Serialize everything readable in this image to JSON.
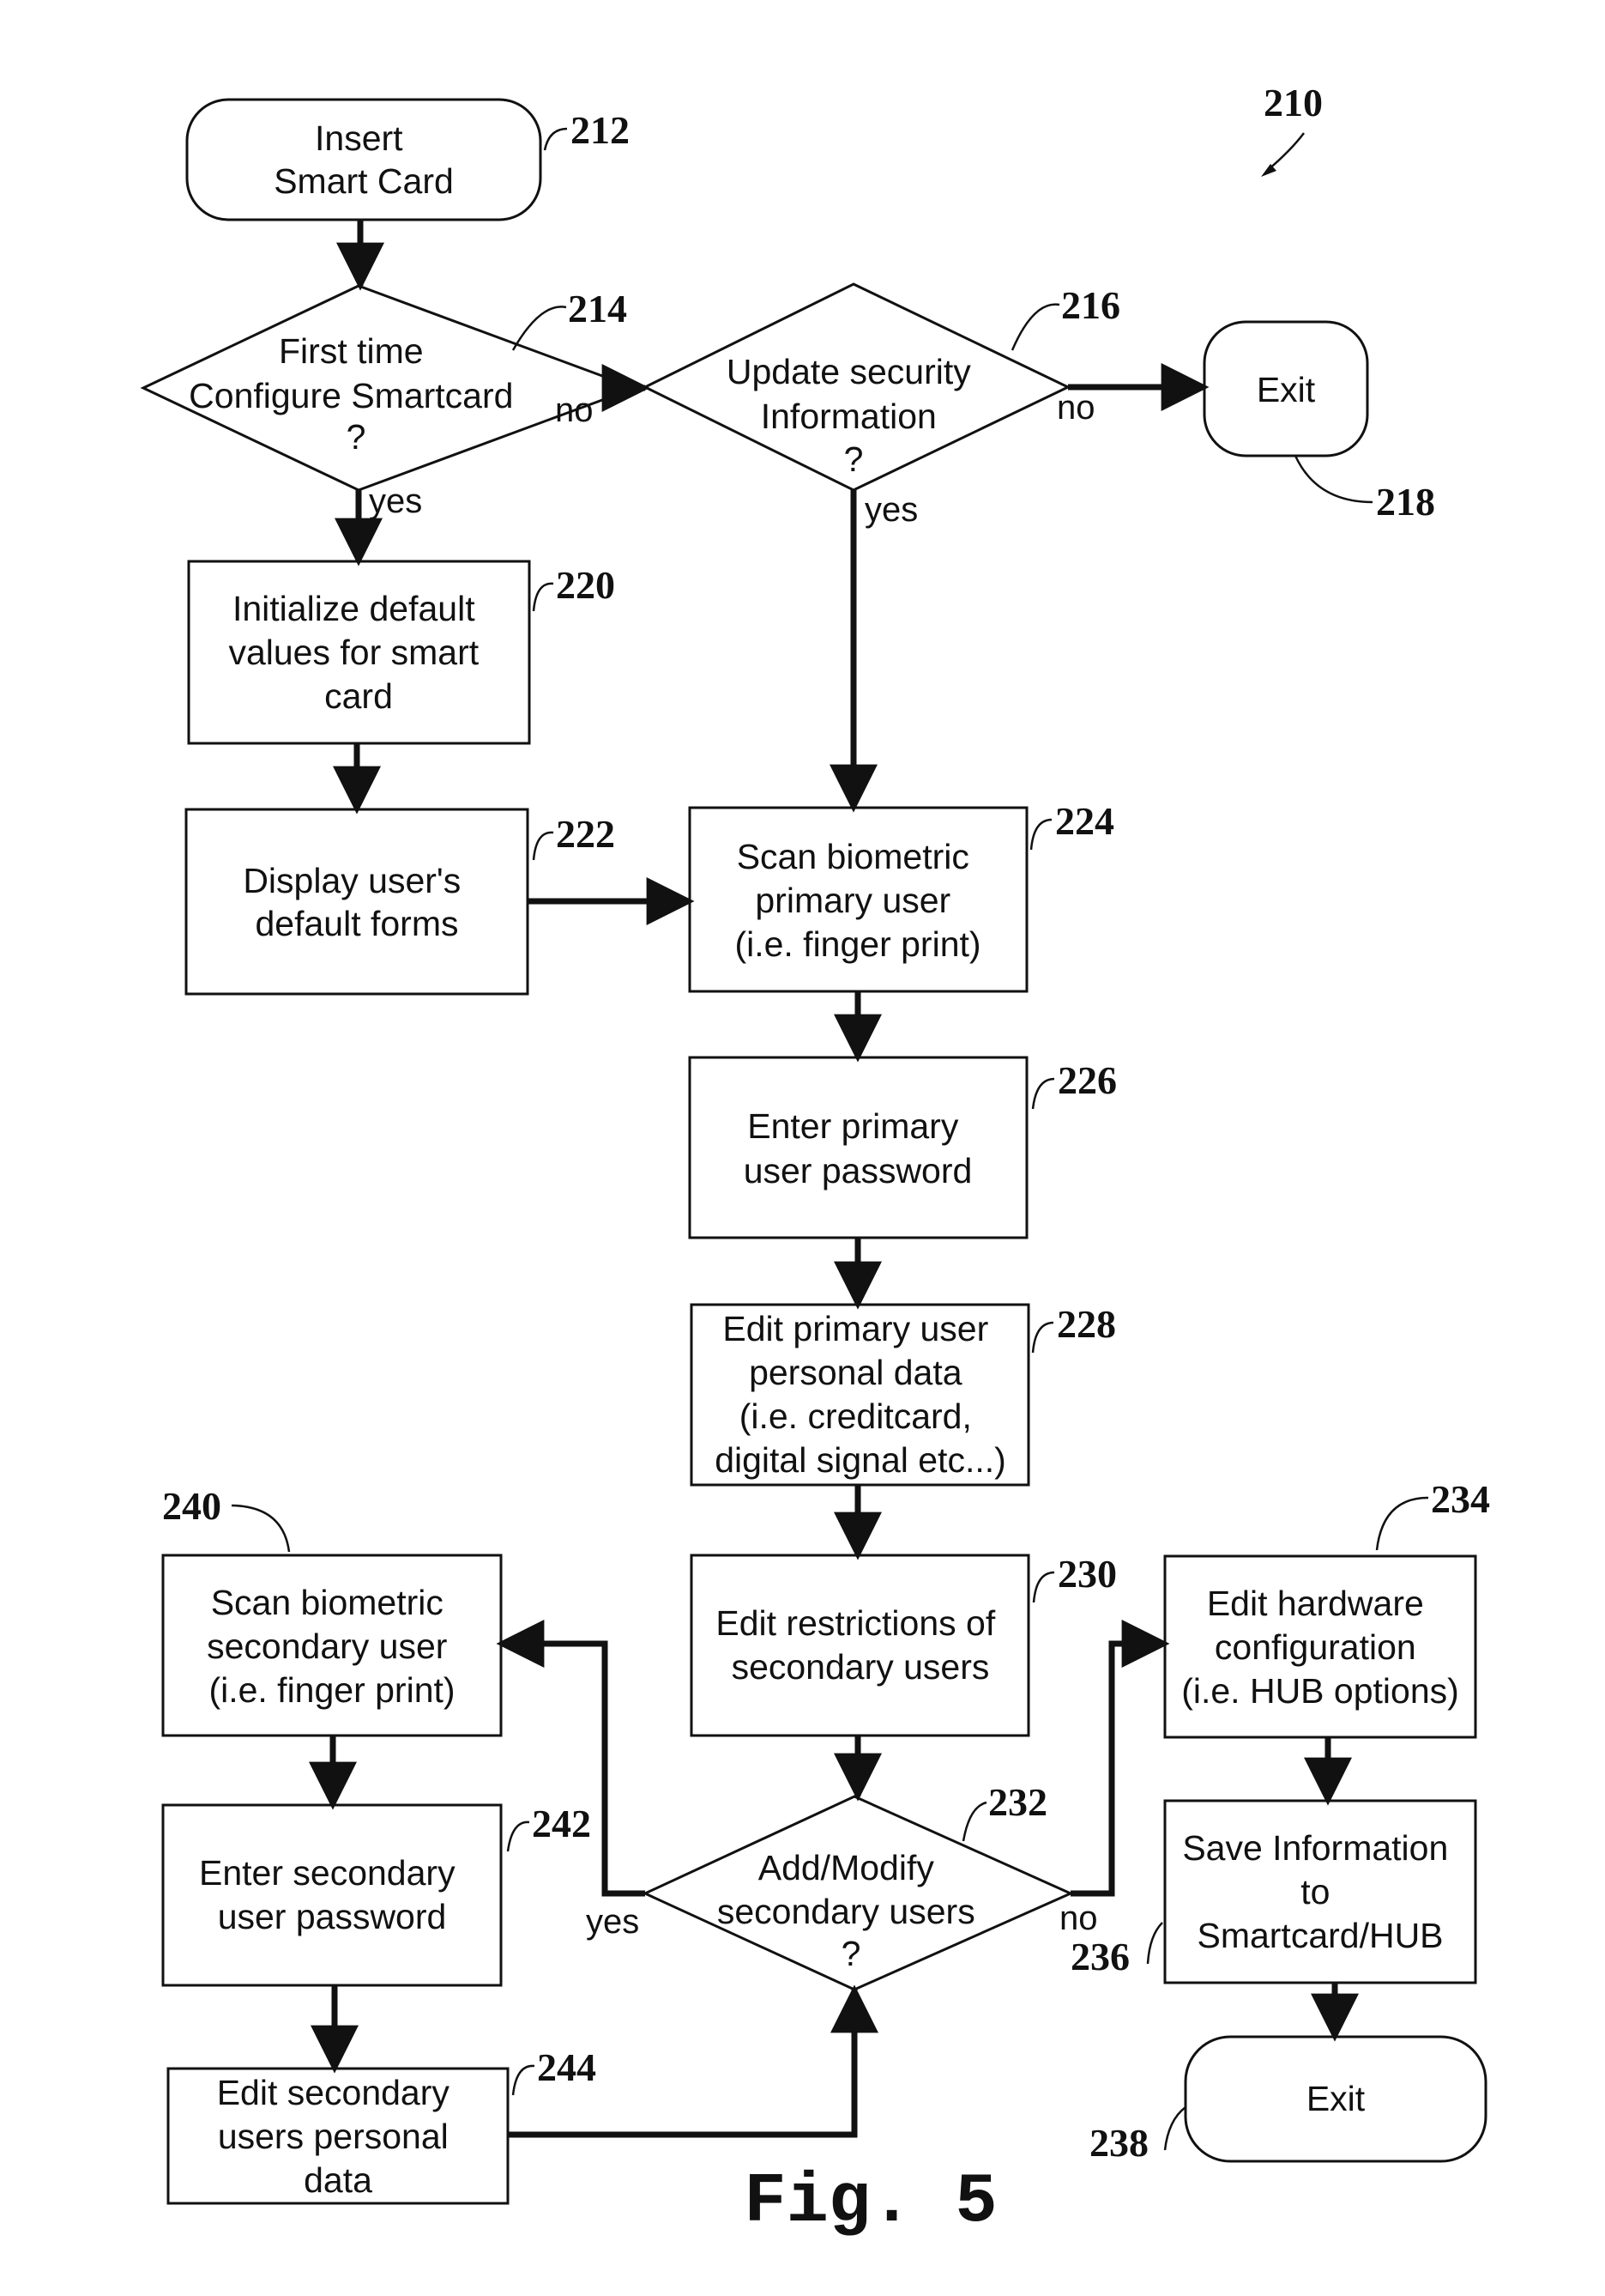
{
  "figure": {
    "caption": "Fig. 5",
    "ref": "210"
  },
  "nodes": {
    "n212": {
      "ref": "212",
      "lines": [
        "Insert",
        "Smart Card"
      ]
    },
    "n214": {
      "ref": "214",
      "lines": [
        "First time",
        "Configure Smartcard",
        "?"
      ]
    },
    "n216": {
      "ref": "216",
      "lines": [
        "Update security",
        "Information",
        "?"
      ]
    },
    "n218": {
      "ref": "218",
      "lines": [
        "Exit"
      ]
    },
    "n220": {
      "ref": "220",
      "lines": [
        "Initialize default",
        "values for smart",
        "card"
      ]
    },
    "n222": {
      "ref": "222",
      "lines": [
        "Display user's",
        "default forms"
      ]
    },
    "n224": {
      "ref": "224",
      "lines": [
        "Scan biometric",
        "primary user",
        "(i.e. finger print)"
      ]
    },
    "n226": {
      "ref": "226",
      "lines": [
        "Enter primary",
        "user password"
      ]
    },
    "n228": {
      "ref": "228",
      "lines": [
        "Edit primary user",
        "personal data",
        "(i.e. creditcard,",
        "digital signal etc...)"
      ]
    },
    "n230": {
      "ref": "230",
      "lines": [
        "Edit restrictions of",
        "secondary users"
      ]
    },
    "n232": {
      "ref": "232",
      "lines": [
        "Add/Modify",
        "secondary users",
        "?"
      ]
    },
    "n234": {
      "ref": "234",
      "lines": [
        "Edit hardware",
        "configuration",
        "(i.e. HUB options)"
      ]
    },
    "n236": {
      "ref": "236",
      "lines": [
        "Save Information",
        "to",
        "Smartcard/HUB"
      ]
    },
    "n238": {
      "ref": "238",
      "lines": [
        "Exit"
      ]
    },
    "n240": {
      "ref": "240",
      "lines": [
        "Scan biometric",
        "secondary user",
        "(i.e. finger print)"
      ]
    },
    "n242": {
      "ref": "242",
      "lines": [
        "Enter secondary",
        "user password"
      ]
    },
    "n244": {
      "ref": "244",
      "lines": [
        "Edit secondary",
        "users personal",
        "data"
      ]
    }
  },
  "branch_labels": {
    "d214_no": "no",
    "d214_yes": "yes",
    "d216_no": "no",
    "d216_yes": "yes",
    "d232_yes": "yes",
    "d232_no": "no"
  }
}
